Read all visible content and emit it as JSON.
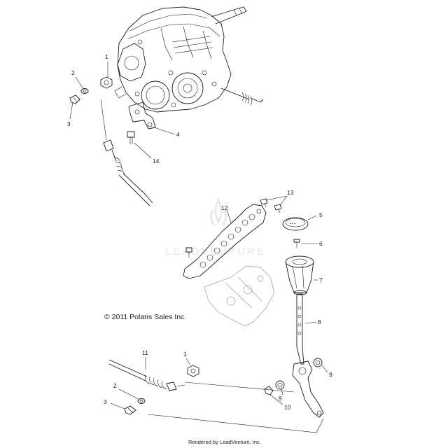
{
  "watermark": {
    "text": "LEADVENTURE"
  },
  "copyright": "© 2011 Polaris Sales Inc.",
  "footer": "Rendered by LeadVenture, Inc.",
  "callouts": {
    "c1_top": "1",
    "c2_top": "2",
    "c3_top": "3",
    "c4": "4",
    "c14": "14",
    "c13": "13",
    "c12": "12",
    "c5": "5",
    "c6": "6",
    "c7": "7",
    "c8": "8",
    "c9_right": "9",
    "c11": "11",
    "c1_bottom": "1",
    "c2_bottom": "2",
    "c3_bottom": "3",
    "c9_lower": "9",
    "c10": "10"
  }
}
